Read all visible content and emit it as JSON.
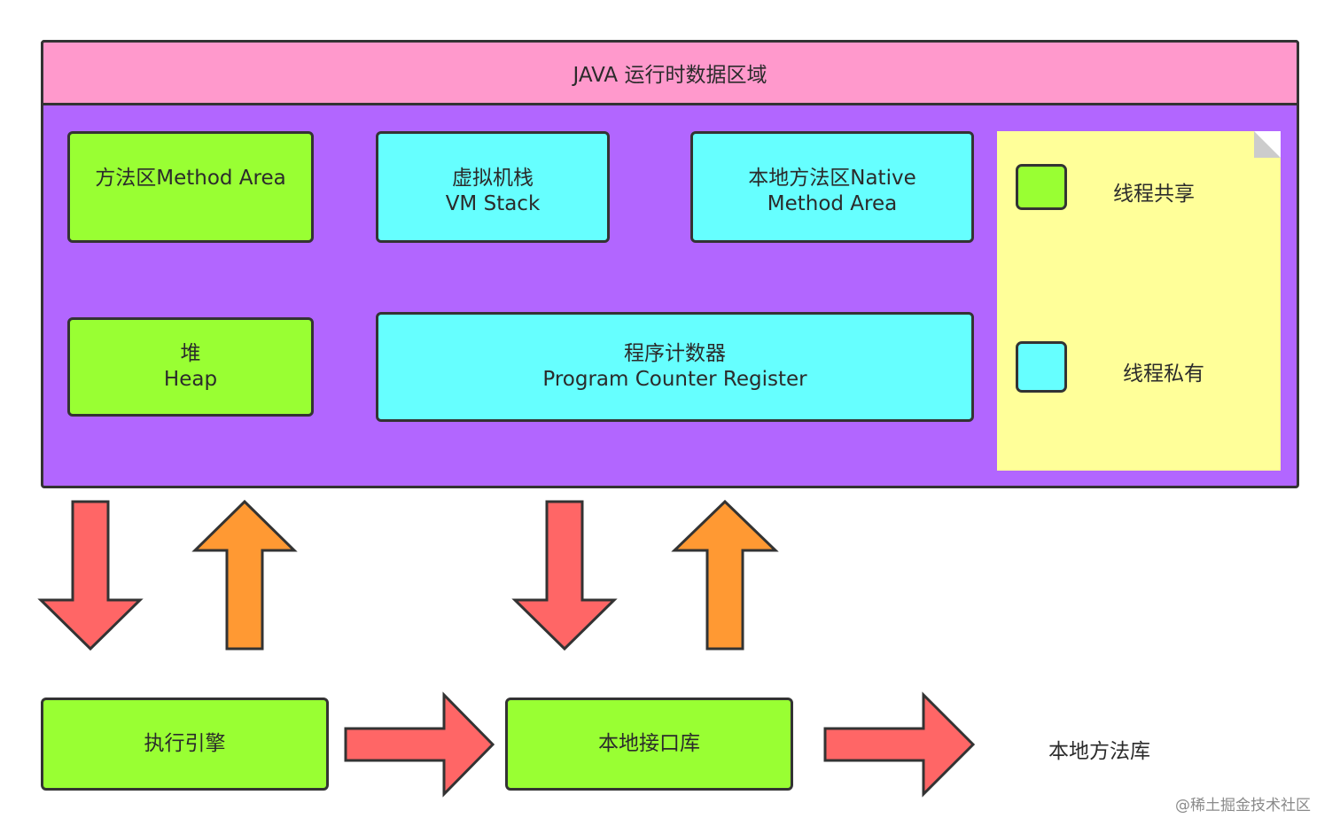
{
  "runtime_area": {
    "title": "JAVA 运行时数据区域"
  },
  "boxes": {
    "method_area": {
      "line1": "方法区Method Area"
    },
    "vm_stack": {
      "line1": "虚拟机栈",
      "line2": "VM Stack"
    },
    "native_method_area": {
      "line1": "本地方法区Native",
      "line2": "Method Area"
    },
    "heap": {
      "line1": "堆",
      "line2": "Heap"
    },
    "program_counter": {
      "line1": "程序计数器",
      "line2": "Program Counter Register"
    },
    "execution_engine": {
      "line1": "执行引擎"
    },
    "native_interface": {
      "line1": "本地接口库"
    }
  },
  "legend": {
    "shared_label": "线程共享",
    "private_label": "线程私有"
  },
  "native_method_library": "本地方法库",
  "watermark": "@稀土掘金技术社区",
  "colors": {
    "header": "#ff99cc",
    "runtime_bg": "#b266ff",
    "shared": "#99ff33",
    "private": "#66ffff",
    "legend_bg": "#ffff99",
    "arrow_red": "#ff6666",
    "arrow_orange": "#ff9933"
  }
}
